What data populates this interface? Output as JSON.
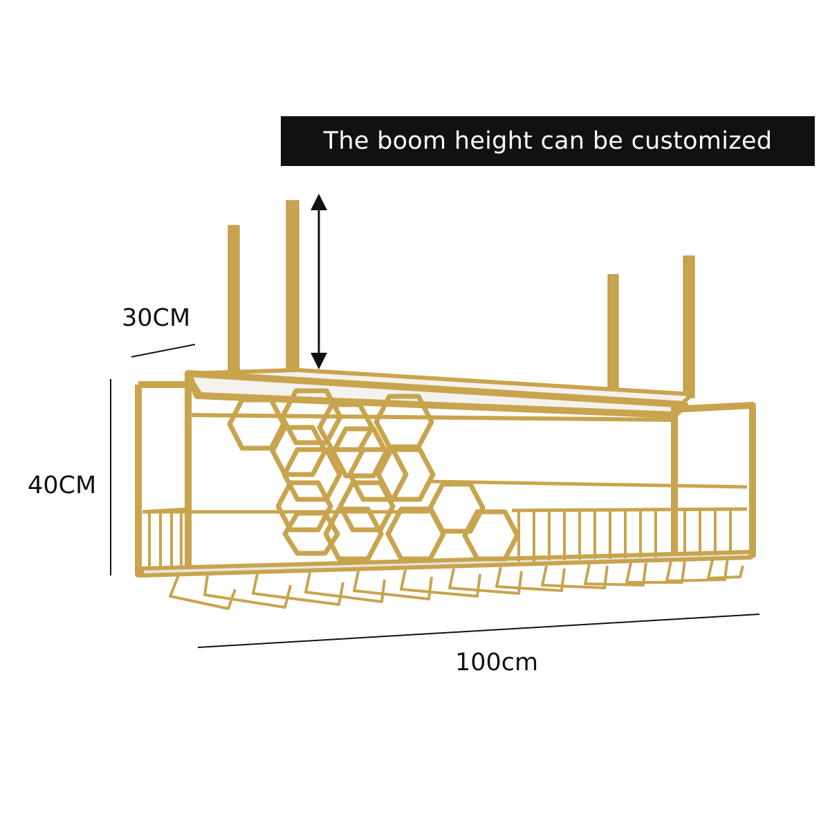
{
  "banner": {
    "text": "The boom height can be customized"
  },
  "dimensions": {
    "boom_height": "30CM",
    "height": "40CM",
    "width": "100cm"
  },
  "colors": {
    "frame": "#c9a44e",
    "frame_light": "#dcc07a",
    "banner_bg": "#111111",
    "banner_text": "#ffffff",
    "line": "#111111"
  }
}
